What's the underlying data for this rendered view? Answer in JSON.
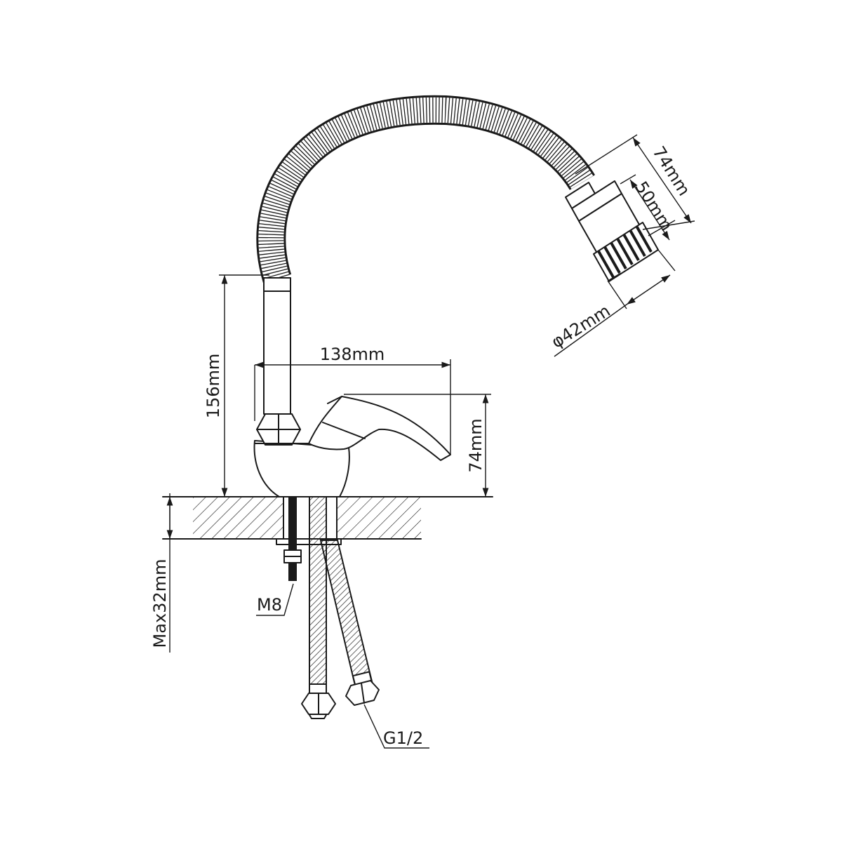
{
  "dimensions": {
    "spout_length": "138mm",
    "body_height": "156mm",
    "handle_height": "74mm",
    "counter_thickness": "Max32mm",
    "head_length": "74mm",
    "head_inner": "50mm",
    "head_diameter": "φ42mm"
  },
  "labels": {
    "stud_thread": "M8",
    "hose_thread": "G1/2"
  }
}
